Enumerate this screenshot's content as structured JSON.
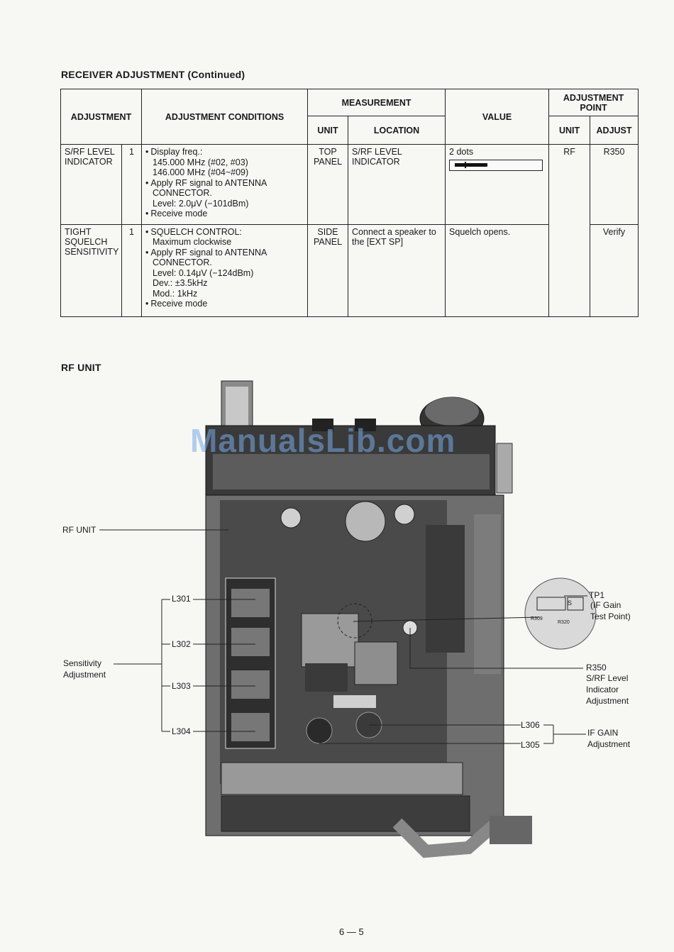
{
  "receiver_section": {
    "title": "RECEIVER ADJUSTMENT (Continued)"
  },
  "table": {
    "headers": {
      "adjustment": "ADJUSTMENT",
      "conditions": "ADJUSTMENT CONDITIONS",
      "measurement": "MEASUREMENT",
      "unit": "UNIT",
      "location": "LOCATION",
      "value": "VALUE",
      "adj_point": "ADJUSTMENT POINT",
      "adj_unit": "UNIT",
      "adjust": "ADJUST"
    },
    "rows": [
      {
        "name": "S/RF LEVEL INDICATOR",
        "step": "1",
        "conditions": [
          {
            "text": "Display freq.:",
            "bullet": true
          },
          {
            "text": "145.000 MHz (#02, #03)",
            "bullet": false
          },
          {
            "text": "146.000 MHz (#04~#09)",
            "bullet": false
          },
          {
            "text": "Apply RF signal to ANTENNA",
            "bullet": true
          },
          {
            "text": "CONNECTOR.",
            "bullet": false
          },
          {
            "text": "Level: 2.0μV (−101dBm)",
            "bullet": false
          },
          {
            "text": "Receive mode",
            "bullet": true
          }
        ],
        "meas_unit": "TOP PANEL",
        "location": "S/RF LEVEL INDICATOR",
        "value": "2 dots",
        "adj_unit": "RF",
        "adjust": "R350"
      },
      {
        "name": "TIGHT SQUELCH SENSITIVITY",
        "step": "1",
        "conditions": [
          {
            "text": "SQUELCH CONTROL:",
            "bullet": true
          },
          {
            "text": "Maximum clockwise",
            "bullet": false
          },
          {
            "text": "Apply RF signal to ANTENNA",
            "bullet": true
          },
          {
            "text": "CONNECTOR.",
            "bullet": false
          },
          {
            "text": "Level: 0.14μV (−124dBm)",
            "bullet": false
          },
          {
            "text": "Dev.:  ±3.5kHz",
            "bullet": false
          },
          {
            "text": "Mod.: 1kHz",
            "bullet": false
          },
          {
            "text": "Receive mode",
            "bullet": true
          }
        ],
        "meas_unit": "SIDE PANEL",
        "location": "Connect a speaker to the [EXT SP]",
        "value": "Squelch opens.",
        "adj_unit": "",
        "adjust": "Verify"
      }
    ]
  },
  "rf_section": {
    "title": "RF UNIT"
  },
  "diagram_labels": {
    "rf_unit": "RF UNIT",
    "l301": "L301",
    "l302": "L302",
    "l303": "L303",
    "l304": "L304",
    "sensitivity": "Sensitivity",
    "sensitivity2": "Adjustment",
    "tp1": "TP1",
    "tp1_b": "(IF Gain",
    "tp1_c": "Test Point)",
    "r350": "R350",
    "r350_b": "S/RF Level",
    "r350_c": "Indicator",
    "r350_d": "Adjustment",
    "l306": "L306",
    "l305": "L305",
    "ifgain": "IF GAIN",
    "ifgain2": "Adjustment",
    "inset_r309": "R309",
    "inset_r320": "R320",
    "inset_s": "S"
  },
  "watermark": "ManualsLib.com",
  "page_number": "6 — 5"
}
